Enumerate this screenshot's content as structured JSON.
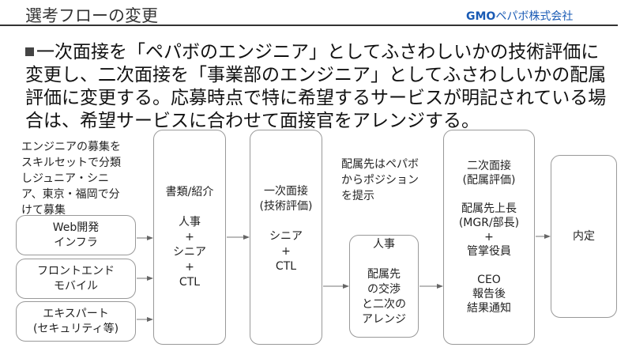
{
  "header": {
    "title": "選考フローの変更",
    "logo_brand": "GMO",
    "logo_company": "ペパボ株式会社",
    "brand_color": "#1a5bb5"
  },
  "body": {
    "text": "一次面接を「ペパボのエンジニア」としてふさわしいかの技術評価に変更し、二次面接を「事業部のエンジニア」としてふさわしいかの配属評価に変更する。応募時点で特に希望するサービスが明記されている場合は、希望サービスに合わせて面接官をアレンジする。"
  },
  "diagram": {
    "left_caption": [
      "エンジニアの募集を",
      "スキルセットで分類",
      "しジュニア・シニ",
      "ア、東京・福岡で分",
      "けて募集"
    ],
    "categories": [
      {
        "lines": [
          "Web開発",
          "インフラ"
        ]
      },
      {
        "lines": [
          "フロントエンド",
          "モバイル"
        ]
      },
      {
        "lines": [
          "エキスパート",
          "(セキュリティ等)"
        ]
      }
    ],
    "screening": {
      "title": "書類/紹介",
      "lines": [
        "人事",
        "+",
        "シニア",
        "+",
        "CTL"
      ]
    },
    "first_interview": {
      "title": [
        "一次面接",
        "(技術評価)"
      ],
      "lines": [
        "シニア",
        "+",
        "CTL"
      ]
    },
    "placement_note": [
      "配属先はペパボ",
      "からポジション",
      "を提示"
    ],
    "hr": {
      "title": "人事",
      "lines": [
        "配属先",
        "の交渉",
        "と二次の",
        "アレンジ"
      ]
    },
    "second_interview": {
      "title": [
        "二次面接",
        "(配属評価)"
      ],
      "lines": [
        "配属先上長",
        "(MGR/部長)",
        "+",
        "管掌役員"
      ],
      "result": [
        "CEO",
        "報告後",
        "結果通知"
      ]
    },
    "offer": {
      "title": "内定"
    }
  }
}
